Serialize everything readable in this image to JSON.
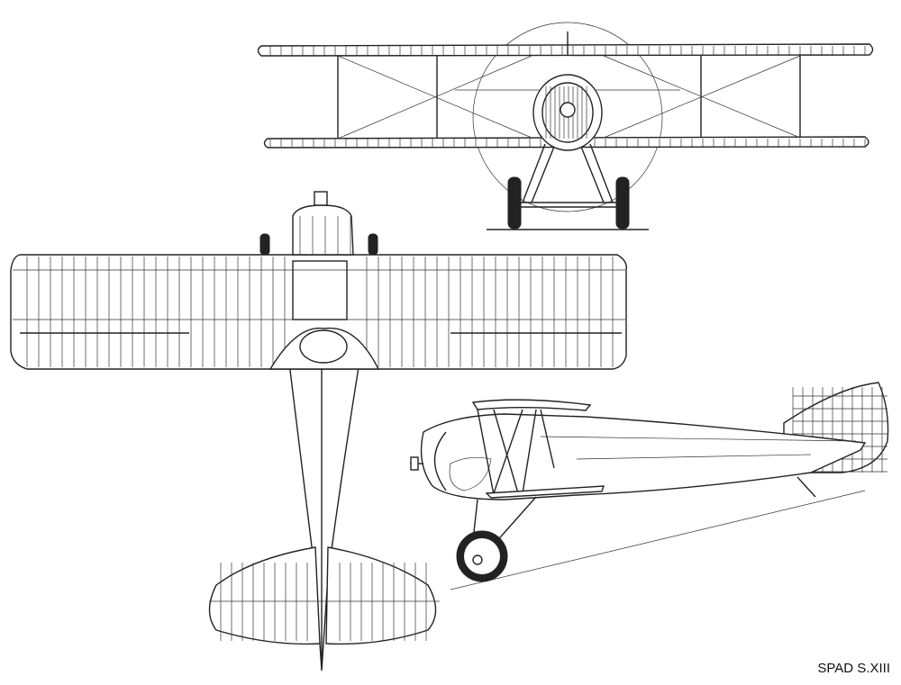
{
  "caption": "SPAD S.XIII",
  "views": [
    "front",
    "top",
    "side"
  ]
}
